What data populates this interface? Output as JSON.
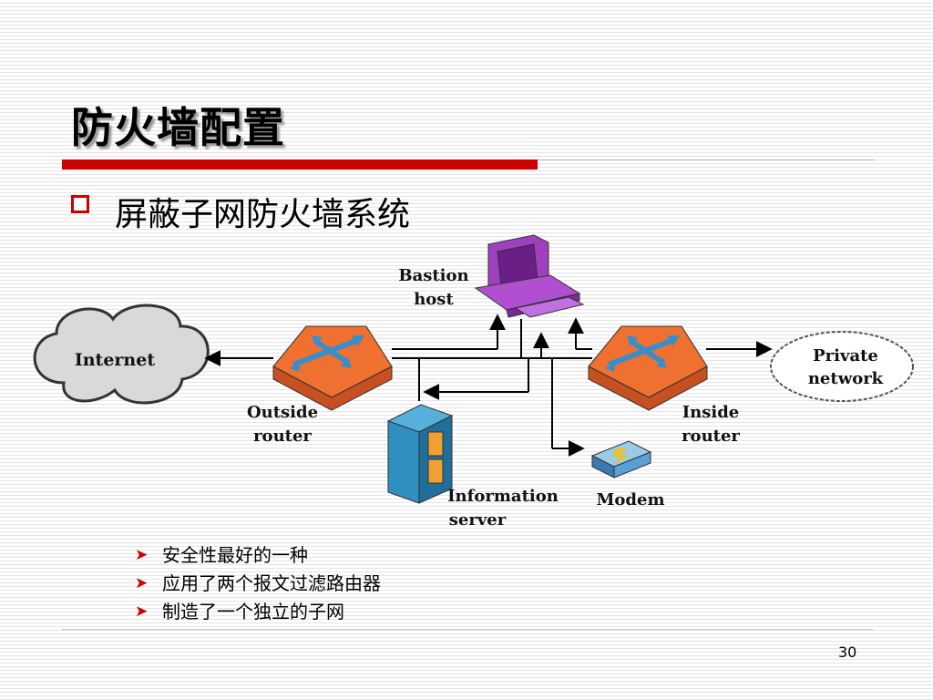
{
  "slide": {
    "title": "防火墙配置",
    "subtitle": "屏蔽子网防火墙系统",
    "bullets": [
      "安全性最好的一种",
      "应用了两个报文过滤路由器",
      "制造了一个独立的子网"
    ],
    "page_number": "30"
  },
  "diagram": {
    "nodes": {
      "internet": "Internet",
      "outside_router": [
        "Outside",
        "router"
      ],
      "bastion_host": [
        "Bastion",
        "host"
      ],
      "information_server": [
        "Information",
        "server"
      ],
      "modem": "Modem",
      "inside_router": [
        "Inside",
        "router"
      ],
      "private_network": [
        "Private",
        "network"
      ]
    },
    "colors": {
      "router": "#f07030",
      "router_arrows": "#3a8ec8",
      "bastion": "#a040c0",
      "server": "#2f8fc0",
      "modem": "#5aa0d8"
    }
  }
}
